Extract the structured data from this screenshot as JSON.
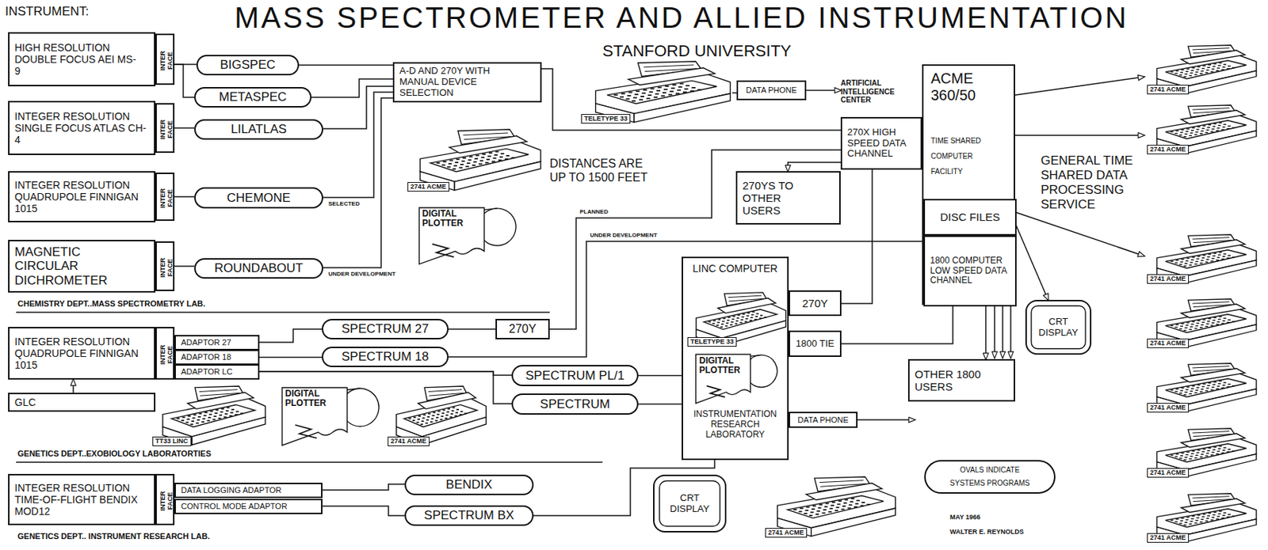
{
  "diagram": {
    "title": "MASS SPECTROMETER AND ALLIED INSTRUMENTATION",
    "nodes": [
      {
        "text": [
          "HIGH RESOLUTION DOUBLE FOCUS AEI MS-9"
        ]
      },
      {
        "text": [
          "INTER FACE"
        ]
      },
      {
        "text": [
          "BIGSPEC"
        ]
      },
      {
        "text": [
          "METASPEC"
        ]
      },
      {
        "text": [
          "INTEGER RESOLUTION SINGLE FOCUS ATLAS CH-4"
        ]
      },
      {
        "text": [
          "INTER FACE"
        ]
      },
      {
        "text": [
          "LILATLAS"
        ]
      },
      {
        "text": [
          "INTEGER RESOLUTION QUADRUPOLE FINNIGAN 1015"
        ]
      },
      {
        "text": [
          "INTER FACE"
        ]
      },
      {
        "text": [
          "CHEMONE"
        ]
      },
      {
        "text": [
          "MAGNETIC CIRCULAR DICHROMETER"
        ]
      },
      {
        "text": [
          "INTER FACE"
        ]
      },
      {
        "text": [
          "ROUNDABOUT"
        ]
      },
      {
        "text": [
          "A-D AND 270Y WITH MANUAL DEVICE SELECTION"
        ]
      },
      {
        "text": [
          "TELETYPE 33"
        ]
      },
      {
        "text": [
          "DATA PHONE"
        ]
      },
      {
        "text": [
          "ARTIFICIAL INTELLIGENCE CENTER"
        ]
      },
      {
        "text": [
          "270X HIGH SPEED DATA CHANNEL"
        ]
      },
      {
        "text": [
          "ACME 360/50",
          "TIME SHARED COMPUTER FACILITY"
        ]
      },
      {
        "text": [
          "DISC FILES"
        ],
        "in": 18
      },
      {
        "text": [
          "1800 COMPUTER LOW SPEED DATA CHANNEL"
        ],
        "in": 18
      },
      {
        "text": [
          "270YS TO OTHER USERS"
        ]
      },
      {
        "text": [
          "2741 ACME"
        ]
      },
      {
        "text": [
          "DIGITAL PLOTTER"
        ]
      },
      {
        "text": [
          "CRT DISPLAY"
        ]
      },
      {
        "text": [
          "2741 ACME"
        ]
      },
      {
        "text": [
          "2741 ACME"
        ]
      },
      {
        "text": [
          "2741 ACME"
        ]
      },
      {
        "text": [
          "2741 ACME"
        ]
      },
      {
        "text": [
          "2741 ACME"
        ]
      },
      {
        "text": [
          "2741 ACME"
        ]
      },
      {
        "text": [
          "2741 ACME"
        ]
      },
      {
        "text": [
          "INTEGER RESOLUTION QUADRUPOLE FINNIGAN 1015"
        ]
      },
      {
        "text": [
          "INTER FACE"
        ]
      },
      {
        "text": [
          "ADAPTOR 27"
        ]
      },
      {
        "text": [
          "ADAPTOR 18"
        ]
      },
      {
        "text": [
          "ADAPTOR LC"
        ]
      },
      {
        "text": [
          "GLC"
        ]
      },
      {
        "text": [
          "SPECTRUM 27"
        ]
      },
      {
        "text": [
          "270Y"
        ]
      },
      {
        "text": [
          "SPECTRUM 18"
        ]
      },
      {
        "text": [
          "LINC COMPUTER",
          "INSTRUMENTATION RESEARCH LABORATORY"
        ]
      },
      {
        "text": [
          "TELETYPE 33"
        ],
        "in": 41
      },
      {
        "text": [
          "DIGITAL PLOTTER"
        ],
        "in": 41
      },
      {
        "text": [
          "270Y"
        ]
      },
      {
        "text": [
          "1800 TIE"
        ]
      },
      {
        "text": [
          "SPECTRUM PL/1"
        ]
      },
      {
        "text": [
          "SPECTRUM"
        ]
      },
      {
        "text": [
          "OTHER 1800 USERS"
        ]
      },
      {
        "text": [
          "TT33 LINC"
        ]
      },
      {
        "text": [
          "DIGITAL PLOTTER"
        ]
      },
      {
        "text": [
          "2741 ACME"
        ]
      },
      {
        "text": [
          "DATA PHONE"
        ]
      },
      {
        "text": [
          "INTEGER RESOLUTION TIME-OF-FLIGHT BENDIX MOD12"
        ]
      },
      {
        "text": [
          "INTER FACE"
        ]
      },
      {
        "text": [
          "DATA LOGGING ADAPTOR"
        ]
      },
      {
        "text": [
          "CONTROL MODE ADAPTOR"
        ]
      },
      {
        "text": [
          "BENDIX"
        ]
      },
      {
        "text": [
          "SPECTRUM BX"
        ]
      },
      {
        "text": [
          "CRT DISPLAY"
        ]
      },
      {
        "text": [
          "2741 ACME"
        ]
      },
      {
        "text": [
          "OVALS INDICATE SYSTEMS PROGRAMS"
        ]
      }
    ],
    "edges": [
      {
        "from": 1,
        "to": 2,
        "arrow": "none"
      },
      {
        "from": 1,
        "to": 3,
        "arrow": "none"
      },
      {
        "from": 5,
        "to": 6,
        "arrow": "none"
      },
      {
        "from": 8,
        "to": 9,
        "arrow": "none"
      },
      {
        "from": 11,
        "to": 12,
        "arrow": "none"
      },
      {
        "from": 2,
        "to": 13,
        "arrow": "none"
      },
      {
        "from": 3,
        "to": 13,
        "arrow": "none"
      },
      {
        "from": 6,
        "to": 13,
        "arrow": "none"
      },
      {
        "from": 9,
        "to": 13,
        "label": "SELECTED",
        "arrow": "none"
      },
      {
        "from": 12,
        "to": 13,
        "label": "UNDER DEVELOPMENT",
        "arrow": "none"
      },
      {
        "from": 13,
        "to": 17,
        "arrow": "none"
      },
      {
        "from": 14,
        "to": 15,
        "arrow": "none"
      },
      {
        "from": 15,
        "to": 16,
        "arrow": "to"
      },
      {
        "from": 17,
        "to": 21,
        "arrow": "to"
      },
      {
        "from": 17,
        "to": 39,
        "label": "PLANNED",
        "arrow": "none"
      },
      {
        "from": 20,
        "to": 40,
        "label": "UNDER DEVELOPMENT",
        "arrow": "none"
      },
      {
        "from": 17,
        "to": 44,
        "arrow": "none"
      },
      {
        "from": 45,
        "to": 20,
        "arrow": "none"
      },
      {
        "from": 20,
        "to": 48,
        "arrow": "to"
      },
      {
        "from": 18,
        "to": 25,
        "arrow": "to"
      },
      {
        "from": 18,
        "to": 26,
        "arrow": "to"
      },
      {
        "from": 18,
        "to": 27,
        "arrow": "to"
      },
      {
        "from": 18,
        "to": 24,
        "arrow": "to"
      },
      {
        "from": 37,
        "to": 32,
        "arrow": "to"
      },
      {
        "from": 34,
        "to": 38,
        "arrow": "none"
      },
      {
        "from": 38,
        "to": 39,
        "arrow": "none"
      },
      {
        "from": 35,
        "to": 40,
        "arrow": "none"
      },
      {
        "from": 36,
        "to": 46,
        "arrow": "none"
      },
      {
        "from": 36,
        "to": 47,
        "arrow": "none"
      },
      {
        "from": 46,
        "to": 41,
        "arrow": "none"
      },
      {
        "from": 47,
        "to": 41,
        "arrow": "none"
      },
      {
        "from": 55,
        "to": 57,
        "arrow": "none"
      },
      {
        "from": 56,
        "to": 58,
        "arrow": "none"
      },
      {
        "from": 58,
        "to": 41,
        "arrow": "none"
      }
    ],
    "labels": [
      "INSTRUMENT:",
      "STANFORD UNIVERSITY",
      "DISTANCES ARE UP TO 1500 FEET",
      "GENERAL TIME SHARED DATA PROCESSING SERVICE",
      "CHEMISTRY DEPT..MASS SPECTROMETRY LAB.",
      "GENETICS DEPT..EXOBIOLOGY LABORATORTIES",
      "GENETICS DEPT.. INSTRUMENT RESEARCH LAB.",
      "MAY 1966",
      "WALTER E. REYNOLDS"
    ]
  }
}
